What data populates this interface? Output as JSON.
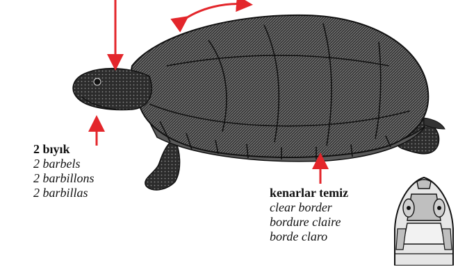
{
  "annotations": {
    "barbels": {
      "title": "2 bıyık",
      "lines": [
        "2 barbels",
        "2 barbillons",
        "2 barbillas"
      ]
    },
    "border": {
      "title": "kenarlar temiz",
      "lines": [
        "clear border",
        "bordure claire",
        "borde claro"
      ]
    }
  },
  "colors": {
    "arrow": "#e3262b",
    "ink": "#111111",
    "shell_dark": "#2a2a2a",
    "shell_mid": "#4a4a4a",
    "head_gray": "#bfbfbf",
    "head_light": "#e6e6e6"
  },
  "illustration": {
    "subject": "turtle-engraving",
    "inset": "head-top-view"
  }
}
